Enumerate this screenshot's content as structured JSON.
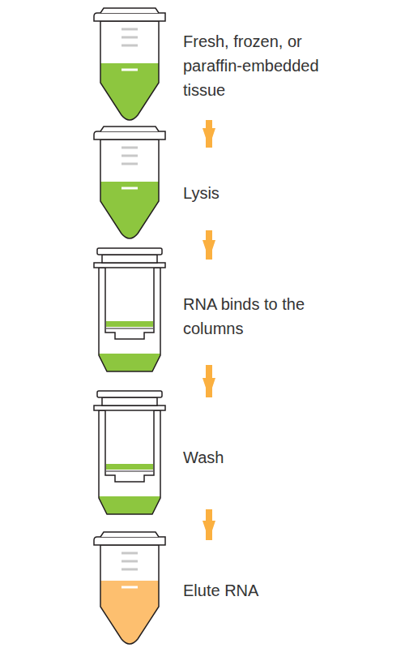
{
  "diagram": {
    "nodes": [
      {
        "text": [
          "Fresh, frozen, or paraffin-embedded tissue"
        ]
      },
      {
        "text": [
          "Lysis"
        ]
      },
      {
        "text": [
          "RNA binds to the columns"
        ]
      },
      {
        "text": [
          "Wash"
        ]
      },
      {
        "text": [
          "Elute RNA"
        ]
      }
    ],
    "edges": [
      {
        "from": 0,
        "to": 1,
        "arrow": "to"
      },
      {
        "from": 1,
        "to": 2,
        "arrow": "to"
      },
      {
        "from": 2,
        "to": 3,
        "arrow": "to"
      },
      {
        "from": 3,
        "to": 4,
        "arrow": "to"
      }
    ]
  }
}
